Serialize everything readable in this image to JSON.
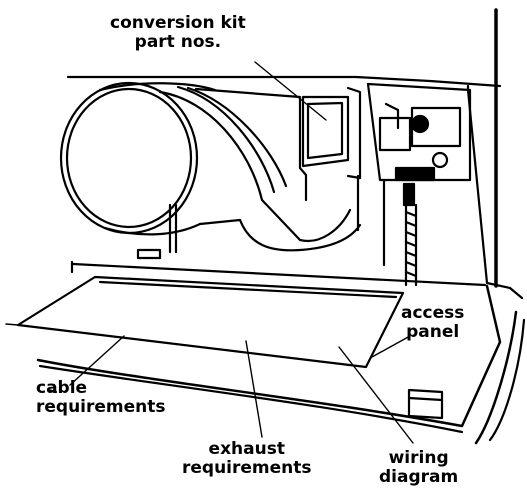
{
  "callouts": {
    "conversion_kit": [
      "conversion kit",
      "part nos."
    ],
    "access_panel": [
      "access",
      "panel"
    ],
    "cable": [
      "cable",
      "requirements"
    ],
    "exhaust": [
      "exhaust",
      "requirements"
    ],
    "wiring": [
      "wiring",
      "diagram"
    ]
  }
}
